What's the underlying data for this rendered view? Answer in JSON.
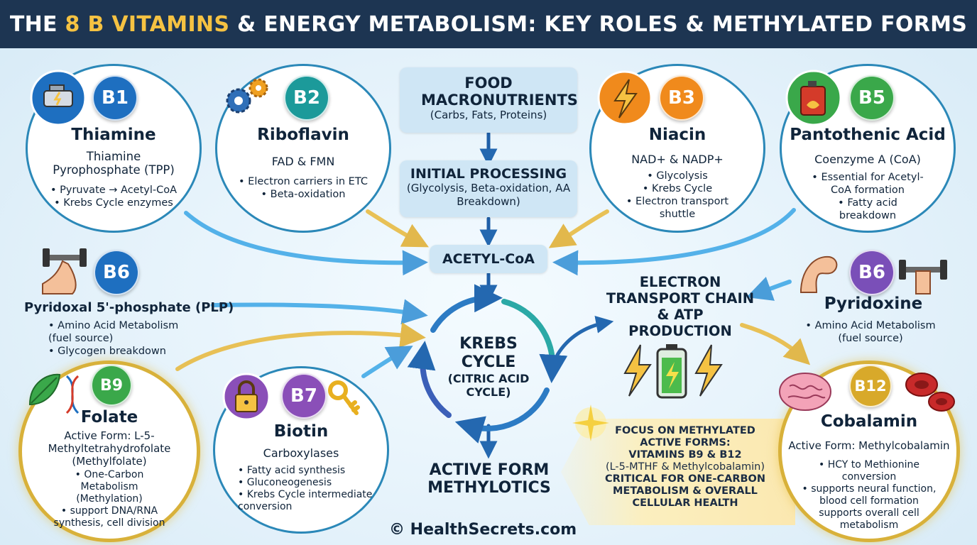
{
  "title": {
    "prefix": "THE ",
    "highlight": "8 B VITAMINS",
    "suffix": " & ENERGY METABOLISM: KEY ROLES & METHYLATED FORMS"
  },
  "colors": {
    "banner": "#1d3552",
    "highlight": "#f5c242",
    "blue_arrow": "#3aa6e6",
    "gold_arrow": "#e8b83a",
    "gold_ring": "#d8b13a"
  },
  "vitamins": {
    "b1": {
      "badge": "B1",
      "name": "Thiamine",
      "form": "Thiamine Pyrophosphate (TPP)",
      "points": [
        "Pyruvate → Acetyl-CoA",
        "Krebs Cycle enzymes"
      ],
      "icon": "engine-icon",
      "badge_color": "#1e6fc0"
    },
    "b2": {
      "badge": "B2",
      "name": "Riboflavin",
      "form": "FAD & FMN",
      "points": [
        "Electron carriers in ETC",
        "Beta-oxidation"
      ],
      "icon": "gears-icon",
      "badge_color": "#1c9a9a"
    },
    "b3": {
      "badge": "B3",
      "name": "Niacin",
      "form": "NAD+ & NADP+",
      "points": [
        "Glycolysis",
        "Krebs Cycle",
        "Electron transport shuttle"
      ],
      "icon": "lightning-icon",
      "badge_color": "#f08a1c"
    },
    "b5": {
      "badge": "B5",
      "name": "Pantothenic Acid",
      "form": "Coenzyme A (CoA)",
      "points": [
        "Essential for Acetyl-CoA formation",
        "Fatty acid breakdown"
      ],
      "icon": "fuel-can-icon",
      "badge_color": "#3aa84a"
    },
    "b6_left": {
      "badge": "B6",
      "form": "Pyridoxal 5'-phosphate (PLP)",
      "points": [
        "Amino Acid Metabolism (fuel source)",
        "Glycogen breakdown"
      ],
      "icon": "dumbbell-arm-icon",
      "badge_color": "#1e6fc0"
    },
    "b6_right": {
      "badge": "B6",
      "name": "Pyridoxine",
      "points": [
        "Amino Acid Metabolism (fuel source)"
      ],
      "icon": "dumbbell-arm-icon",
      "badge_color": "#7a4fb8"
    },
    "b9": {
      "badge": "B9",
      "name": "Folate",
      "form": "Active Form: L-5-Methyltetrahydrofolate (Methylfolate)",
      "points": [
        "One-Carbon Metabolism (Methylation)",
        "support DNA/RNA synthesis, cell division"
      ],
      "icon": "leaf-dna-icon",
      "badge_color": "#3aa84a"
    },
    "b7": {
      "badge": "B7",
      "name": "Biotin",
      "form": "Carboxylases",
      "points": [
        "Fatty acid synthesis",
        "Gluconeogenesis",
        "Krebs Cycle intermediate conversion"
      ],
      "icon": "lock-key-icon",
      "badge_color": "#8a4fb8"
    },
    "b12": {
      "badge": "B12",
      "name": "Cobalamin",
      "form": "Active Form: Methylcobalamin",
      "points": [
        "HCY to Methionine conversion",
        "supports neural function, blood cell formation supports overall cell metabolism"
      ],
      "icon": "brain-bloodcell-icon",
      "badge_color": "#d8a92a"
    }
  },
  "flow": {
    "food": {
      "title": "FOOD MACRONUTRIENTS",
      "sub": "(Carbs, Fats, Proteins)"
    },
    "processing": {
      "title": "INITIAL PROCESSING",
      "sub": "(Glycolysis, Beta-oxidation, AA Breakdown)"
    },
    "acetyl": "ACETYL-CoA",
    "krebs": {
      "line1": "KREBS",
      "line2": "CYCLE",
      "sub": "(CITRIC ACID CYCLE)"
    },
    "etc": {
      "line1": "ELECTRON",
      "line2": "TRANSPORT CHAIN",
      "line3": "& ATP",
      "line4": "PRODUCTION"
    },
    "active": {
      "line1": "ACTIVE FORM",
      "line2": "METHYLOTICS"
    }
  },
  "focus": {
    "lines": [
      "FOCUS ON METHYLATED",
      "ACTIVE FORMS:",
      "VITAMINS B9 & B12",
      "(L-5-MTHF & Methylcobalamin)",
      "CRITICAL FOR ONE-CARBON",
      "METABOLISM & OVERALL",
      "CELLULAR HEALTH"
    ]
  },
  "copyright": "© HealthSecrets.com"
}
